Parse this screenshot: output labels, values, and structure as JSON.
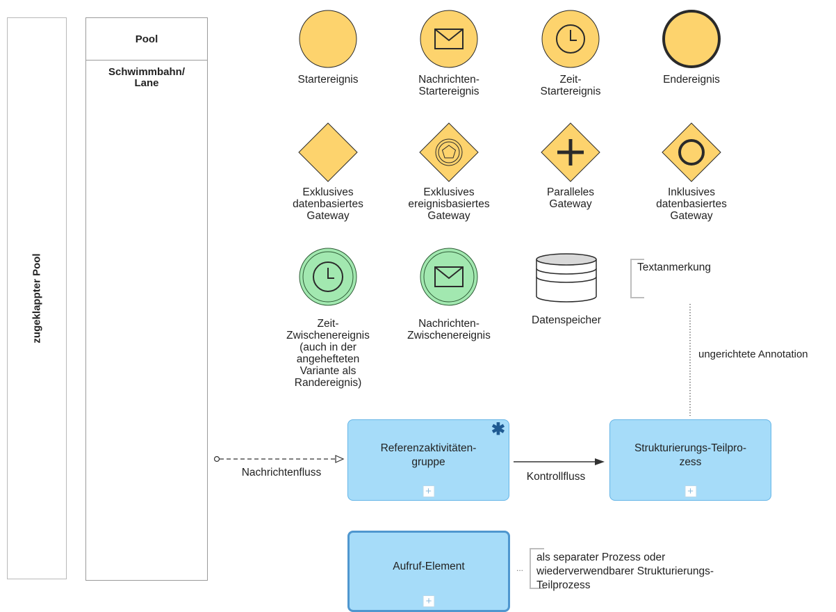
{
  "pools": {
    "collapsed_label": "zugeklappter Pool",
    "pool_label": "Pool",
    "lane_label": "Schwimmbahn/\nLane"
  },
  "events": {
    "start": "Startereignis",
    "message_start": "Nachrichten-\nStartereignis",
    "timer_start": "Zeit-\nStartereignis",
    "end": "Endereignis"
  },
  "gateways": {
    "exclusive_data": "Exklusives\ndatenbasiertes\nGateway",
    "exclusive_event": "Exklusives\nereignisbasiertes\nGateway",
    "parallel": "Paralleles\nGateway",
    "inclusive_data": "Inklusives\ndatenbasiertes\nGateway"
  },
  "intermediate": {
    "timer": "Zeit-\nZwischenereignis\n(auch in der\nangehefteten\nVariante als\nRandereignis)",
    "message": "Nachrichten-\nZwischenereignis"
  },
  "artifacts": {
    "datastore": "Datenspeicher",
    "text_annotation": "Textanmerkung",
    "association": "ungerichtete Annotation"
  },
  "flows": {
    "message_flow": "Nachrichtenfluss",
    "sequence_flow": "Kontrollfluss"
  },
  "activities": {
    "reference_group": "Referenzaktivitäten-\ngruppe",
    "subprocess": "Strukturierungs-Teilpro-\nzess",
    "call_activity": "Aufruf-Element",
    "plus": "+",
    "call_note_dots": "...",
    "call_note": "als separater Prozess oder\nwiederverwendbarer Strukturierungs-\nTeilprozess"
  },
  "colors": {
    "event_fill": "#fdd36d",
    "event_stroke": "#2a2a2a",
    "intermediate_fill": "#a2e8b0",
    "intermediate_stroke": "#2e5c36",
    "task_fill": "#a6dcf9",
    "task_stroke": "#64b4e6"
  }
}
